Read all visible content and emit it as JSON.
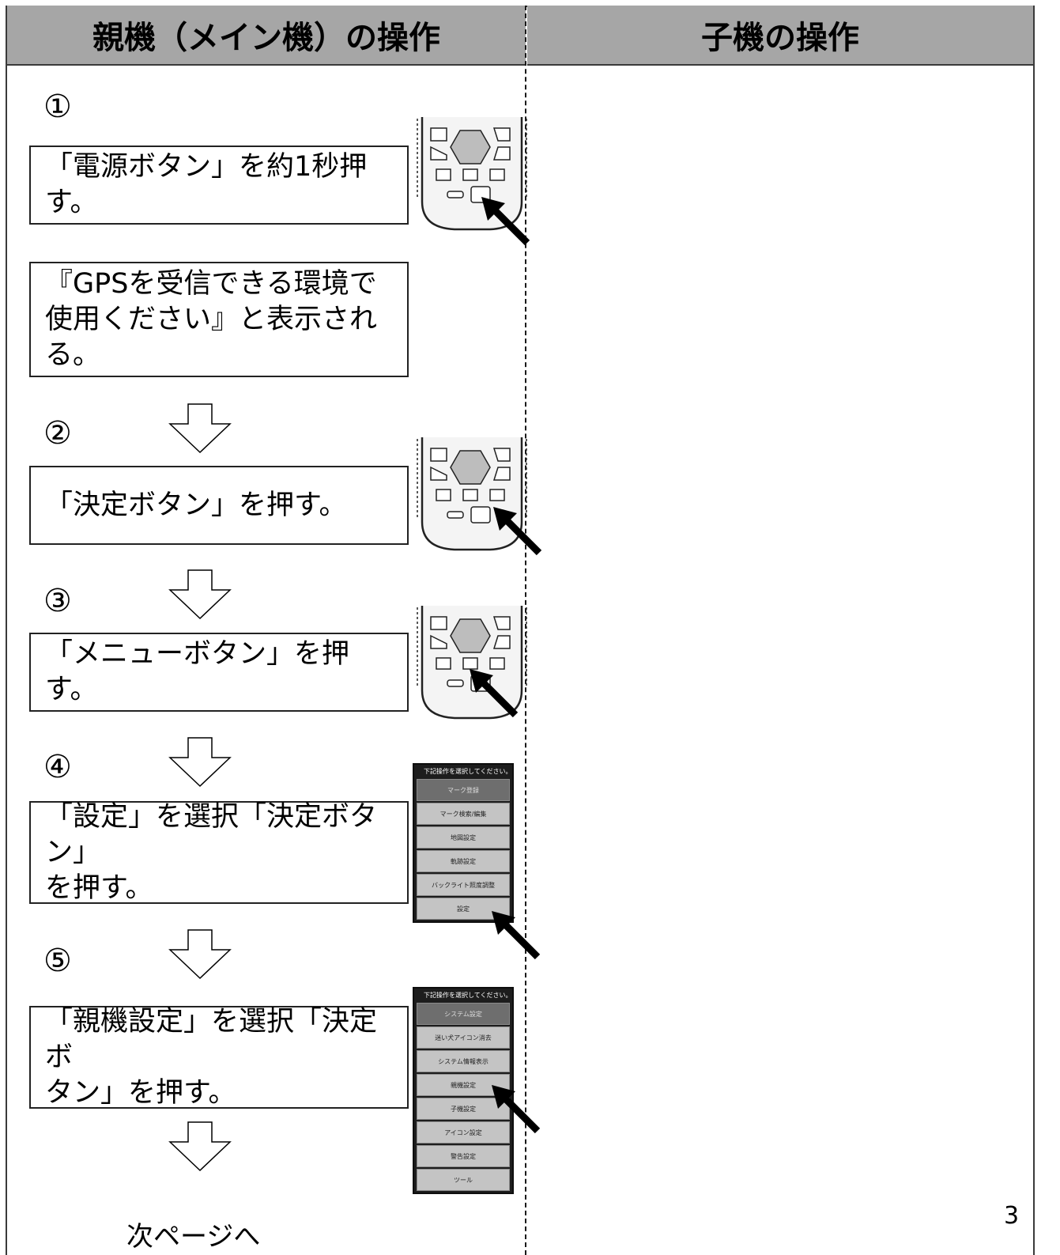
{
  "header": {
    "left_title": "親機（メイン機）の操作",
    "right_title": "子機の操作"
  },
  "steps": [
    {
      "number": "①",
      "box_lines": [
        "「電源ボタン」を約1秒押す。"
      ]
    },
    {
      "number": "",
      "box_lines": [
        "『GPSを受信できる環境で",
        "使用ください』と表示される。"
      ]
    },
    {
      "number": "②",
      "box_lines": [
        "「決定ボタン」を押す。"
      ]
    },
    {
      "number": "③",
      "box_lines": [
        "「メニューボタン」を押す。"
      ]
    },
    {
      "number": "④",
      "box_lines": [
        "「設定」を選択「決定ボタン」",
        "を押す。"
      ]
    },
    {
      "number": "⑤",
      "box_lines": [
        "「親機設定」を選択「決定ボ",
        "タン」を押す。"
      ]
    }
  ],
  "menu1": {
    "title": "下記操作を選択してください。",
    "items": [
      "マーク登録",
      "マーク検索/編集",
      "地図設定",
      "軌跡設定",
      "バックライト照度調整",
      "設定"
    ]
  },
  "menu2": {
    "title": "下記操作を選択してください。",
    "items": [
      "システム設定",
      "迷い犬アイコン消去",
      "システム情報表示",
      "親機設定",
      "子機設定",
      "アイコン設定",
      "警告設定",
      "ツール"
    ]
  },
  "footer": {
    "next_page": "次ページへ",
    "page_number": "3"
  },
  "icons": {
    "down_arrow": "down-arrow-icon",
    "device": "handheld-device-icon",
    "pointer": "pointer-arrow-icon"
  }
}
